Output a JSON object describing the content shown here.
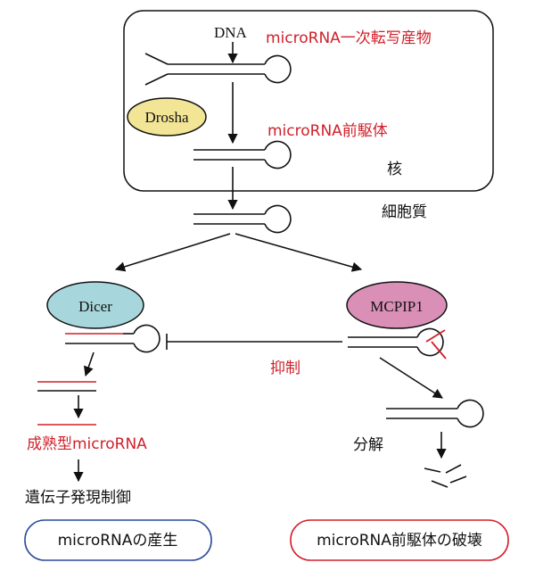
{
  "colors": {
    "red": "#d0202a",
    "black": "#111111",
    "drosha_fill": "#f2e596",
    "dicer_fill": "#a7d7dc",
    "mcpip1_fill": "#d98fb6",
    "blue_border": "#2b4a9a",
    "red_border": "#d0202a"
  },
  "labels": {
    "dna": "DNA",
    "primary_transcript": "microRNA一次転写産物",
    "drosha": "Drosha",
    "precursor": "microRNA前駆体",
    "nucleus": "核",
    "cytoplasm": "細胞質",
    "dicer": "Dicer",
    "mcpip1": "MCPIP1",
    "inhibition": "抑制",
    "mature": "成熟型microRNA",
    "degradation": "分解",
    "gene_regulation": "遺伝子発現制御",
    "box_production": "microRNAの産生",
    "box_destruction": "microRNA前駆体の破壊"
  }
}
